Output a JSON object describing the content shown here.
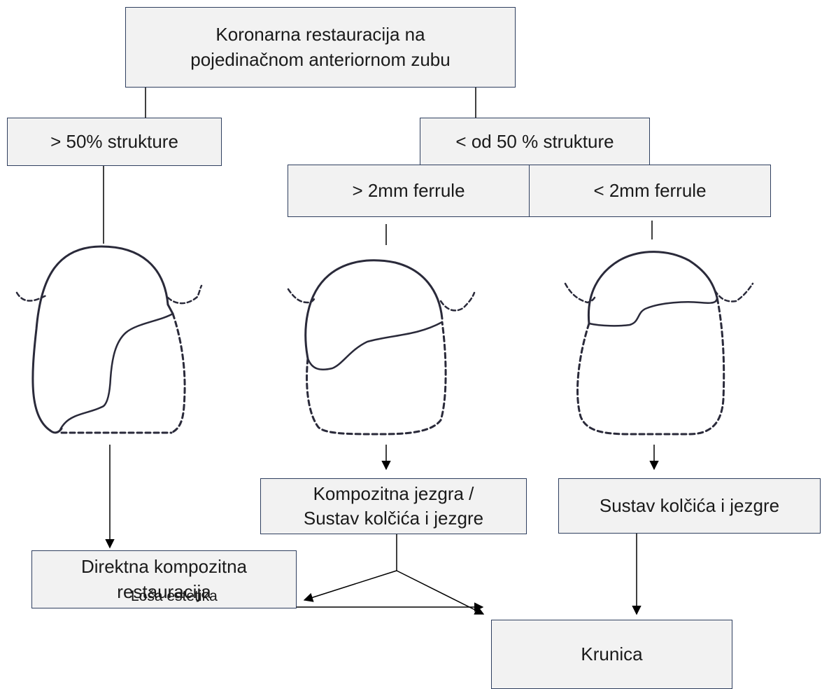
{
  "nodes": {
    "root": "Koronarna restauracija na\npojedinačnom anteriornom zubu",
    "more50": "> 50% strukture",
    "less50": "< od 50 % strukture",
    "ferrule_more": "> 2mm ferrule",
    "ferrule_less": "< 2mm ferrule",
    "core": "Kompozitna jezgra /\nSustav kolčića i jezgre",
    "post_core": "Sustav kolčića i jezgre",
    "direct": "Direktna kompozitna\nrestauracija",
    "crown": "Krunica"
  },
  "edges": {
    "poor_esthetics": "Loša estetika"
  },
  "colors": {
    "box_fill": "#f2f2f2",
    "box_border": "#2f3f5f",
    "line": "#000000",
    "tooth_outline": "#2a2a3a"
  }
}
